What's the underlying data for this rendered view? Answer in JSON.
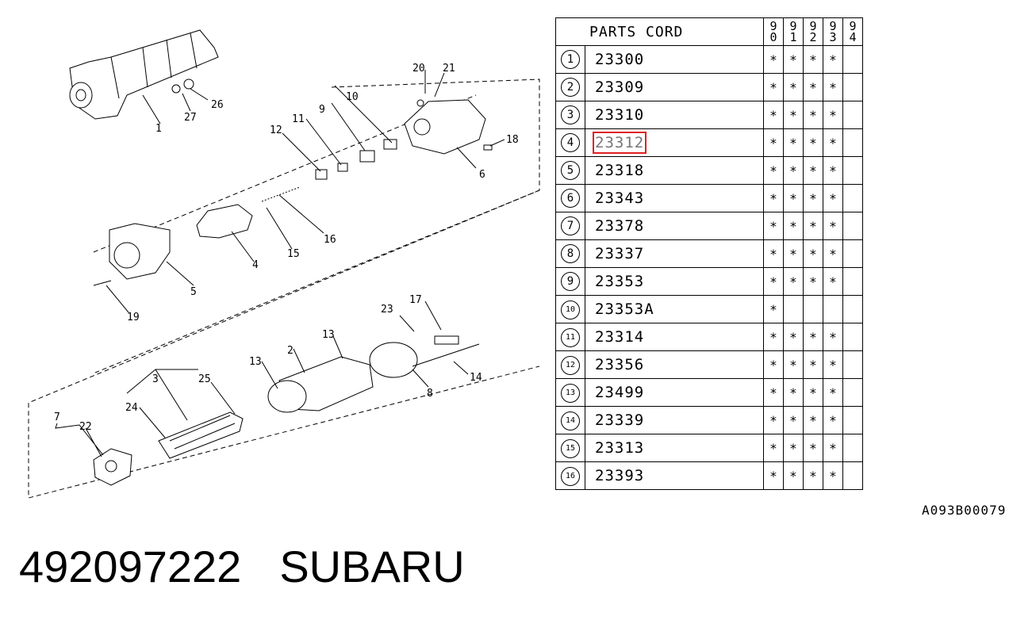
{
  "diagram": {
    "callouts": [
      "1",
      "2",
      "3",
      "4",
      "5",
      "6",
      "7",
      "8",
      "9",
      "10",
      "11",
      "12",
      "13",
      "13",
      "14",
      "15",
      "16",
      "17",
      "18",
      "19",
      "20",
      "21",
      "22",
      "23",
      "24",
      "25",
      "26",
      "27"
    ]
  },
  "table": {
    "header": {
      "title": "PARTS CORD",
      "years": [
        [
          "9",
          "0"
        ],
        [
          "9",
          "1"
        ],
        [
          "9",
          "2"
        ],
        [
          "9",
          "3"
        ],
        [
          "9",
          "4"
        ]
      ]
    },
    "rows": [
      {
        "idx": "1",
        "code": "23300",
        "marks": [
          "*",
          "*",
          "*",
          "*",
          ""
        ]
      },
      {
        "idx": "2",
        "code": "23309",
        "marks": [
          "*",
          "*",
          "*",
          "*",
          ""
        ]
      },
      {
        "idx": "3",
        "code": "23310",
        "marks": [
          "*",
          "*",
          "*",
          "*",
          ""
        ]
      },
      {
        "idx": "4",
        "code": "23312",
        "marks": [
          "*",
          "*",
          "*",
          "*",
          ""
        ],
        "highlighted": true
      },
      {
        "idx": "5",
        "code": "23318",
        "marks": [
          "*",
          "*",
          "*",
          "*",
          ""
        ]
      },
      {
        "idx": "6",
        "code": "23343",
        "marks": [
          "*",
          "*",
          "*",
          "*",
          ""
        ]
      },
      {
        "idx": "7",
        "code": "23378",
        "marks": [
          "*",
          "*",
          "*",
          "*",
          ""
        ]
      },
      {
        "idx": "8",
        "code": "23337",
        "marks": [
          "*",
          "*",
          "*",
          "*",
          ""
        ]
      },
      {
        "idx": "9",
        "code": "23353",
        "marks": [
          "*",
          "*",
          "*",
          "*",
          ""
        ]
      },
      {
        "idx": "10",
        "code": "23353A",
        "marks": [
          "*",
          "",
          "",
          "",
          ""
        ]
      },
      {
        "idx": "11",
        "code": "23314",
        "marks": [
          "*",
          "*",
          "*",
          "*",
          ""
        ]
      },
      {
        "idx": "12",
        "code": "23356",
        "marks": [
          "*",
          "*",
          "*",
          "*",
          ""
        ]
      },
      {
        "idx": "13",
        "code": "23499",
        "marks": [
          "*",
          "*",
          "*",
          "*",
          ""
        ]
      },
      {
        "idx": "14",
        "code": "23339",
        "marks": [
          "*",
          "*",
          "*",
          "*",
          ""
        ]
      },
      {
        "idx": "15",
        "code": "23313",
        "marks": [
          "*",
          "*",
          "*",
          "*",
          ""
        ]
      },
      {
        "idx": "16",
        "code": "23393",
        "marks": [
          "*",
          "*",
          "*",
          "*",
          ""
        ]
      }
    ]
  },
  "reference_code": "A093B00079",
  "footer": {
    "part_number": "492097222",
    "brand": "SUBARU"
  },
  "colors": {
    "highlight": "#e02020",
    "ink": "#000000"
  }
}
